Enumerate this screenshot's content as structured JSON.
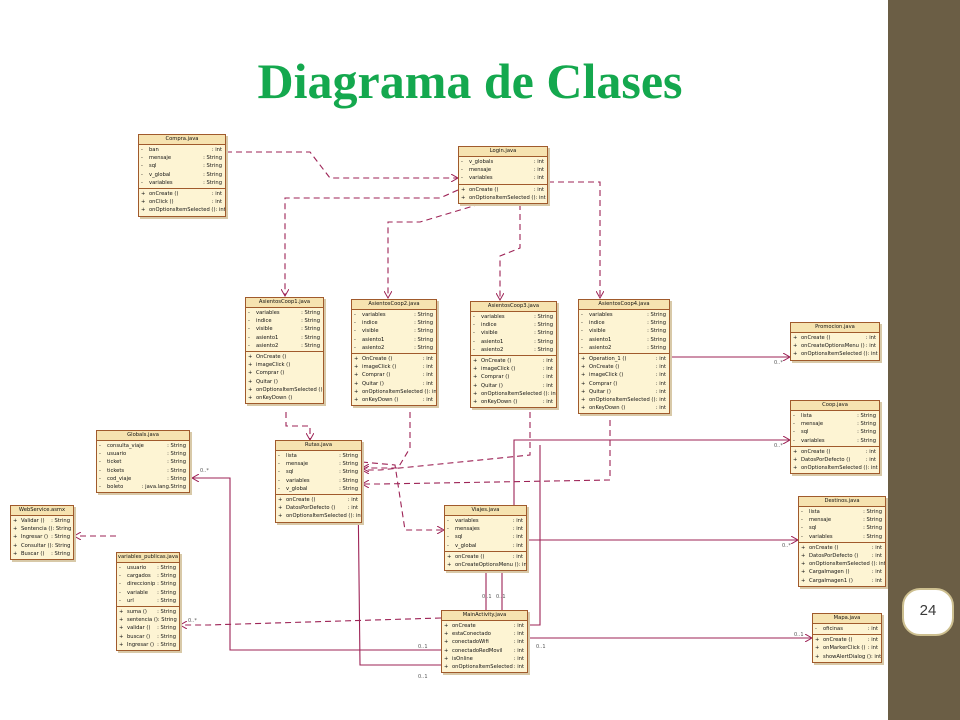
{
  "slide": {
    "title": "Diagrama de Clases",
    "page_number": "24"
  },
  "classes": {
    "compra": {
      "name": "Compra.java",
      "attributes": [
        [
          "-",
          "ban",
          ": int"
        ],
        [
          "-",
          "mensaje",
          ": String"
        ],
        [
          "-",
          "sql",
          ": String"
        ],
        [
          "-",
          "v_global",
          ": String"
        ],
        [
          "-",
          "variables",
          ": String"
        ]
      ],
      "methods": [
        [
          "+",
          "onCreate ()",
          ": int"
        ],
        [
          "+",
          "onClick ()",
          ": int"
        ],
        [
          "+",
          "onOptionsItemSelected ()",
          ": int"
        ]
      ]
    },
    "login": {
      "name": "Login.java",
      "attributes": [
        [
          "-",
          "v_globals",
          ": int"
        ],
        [
          "-",
          "mensaje",
          ": int"
        ],
        [
          "-",
          "variables",
          ": int"
        ]
      ],
      "methods": [
        [
          "+",
          "onCreate ()",
          ": int"
        ],
        [
          "+",
          "onOptionsItemSelected ()",
          ": int"
        ]
      ]
    },
    "asientos1": {
      "name": "AsientosCoop1.java",
      "attributes": [
        [
          "-",
          "variables",
          ": String"
        ],
        [
          "-",
          "indice",
          ": String"
        ],
        [
          "-",
          "visible",
          ": String"
        ],
        [
          "-",
          "asiento1",
          ": String"
        ],
        [
          "-",
          "asiento2",
          ": String"
        ]
      ],
      "methods": [
        [
          "+",
          "OnCreate ()",
          ""
        ],
        [
          "+",
          "imageClick ()",
          ""
        ],
        [
          "+",
          "Comprar ()",
          ""
        ],
        [
          "+",
          "Quitar ()",
          ""
        ],
        [
          "+",
          "onOptionsItemSelected ()",
          ""
        ],
        [
          "+",
          "onKeyDown ()",
          ""
        ]
      ]
    },
    "asientos2": {
      "name": "AsientosCoop2.java",
      "attributes": [
        [
          "-",
          "variables",
          ": String"
        ],
        [
          "-",
          "indice",
          ": String"
        ],
        [
          "-",
          "visible",
          ": String"
        ],
        [
          "-",
          "asiento1",
          ": String"
        ],
        [
          "-",
          "asiento2",
          ": String"
        ]
      ],
      "methods": [
        [
          "+",
          "OnCreate ()",
          ": int"
        ],
        [
          "+",
          "imageClick ()",
          ": int"
        ],
        [
          "+",
          "Comprar ()",
          ": int"
        ],
        [
          "+",
          "Quitar ()",
          ": int"
        ],
        [
          "+",
          "onOptionsItemSelected ()",
          ": int"
        ],
        [
          "+",
          "onKeyDown ()",
          ": int"
        ]
      ]
    },
    "asientos3": {
      "name": "AsientosCoop3.java",
      "attributes": [
        [
          "-",
          "variables",
          ": String"
        ],
        [
          "-",
          "indice",
          ": String"
        ],
        [
          "-",
          "visible",
          ": String"
        ],
        [
          "-",
          "asiento1",
          ": String"
        ],
        [
          "-",
          "asiento2",
          ": String"
        ]
      ],
      "methods": [
        [
          "+",
          "OnCreate ()",
          ": int"
        ],
        [
          "+",
          "imageClick ()",
          ": int"
        ],
        [
          "+",
          "Comprar ()",
          ": int"
        ],
        [
          "+",
          "Quitar ()",
          ": int"
        ],
        [
          "+",
          "onOptionsItemSelected ()",
          ": int"
        ],
        [
          "+",
          "onKeyDown ()",
          ": int"
        ]
      ]
    },
    "asientos4": {
      "name": "AsientosCoop4.java",
      "attributes": [
        [
          "-",
          "variables",
          ": String"
        ],
        [
          "-",
          "indice",
          ": String"
        ],
        [
          "-",
          "visible",
          ": String"
        ],
        [
          "-",
          "asiento1",
          ": String"
        ],
        [
          "-",
          "asiento2",
          ": String"
        ]
      ],
      "methods": [
        [
          "+",
          "Operation_1 ()",
          ": int"
        ],
        [
          "+",
          "OnCreate ()",
          ": int"
        ],
        [
          "+",
          "imageClick ()",
          ": int"
        ],
        [
          "+",
          "Comprar ()",
          ": int"
        ],
        [
          "+",
          "Quitar ()",
          ": int"
        ],
        [
          "+",
          "onOptionsItemSelected ()",
          ": int"
        ],
        [
          "+",
          "onKeyDown ()",
          ": int"
        ]
      ]
    },
    "promocion": {
      "name": "Promocion.java",
      "attributes": [],
      "methods": [
        [
          "+",
          "onCreate ()",
          ": int"
        ],
        [
          "+",
          "onCreateOptionsMenu ()",
          ": int"
        ],
        [
          "+",
          "onOptionsItemSelected ()",
          ": int"
        ]
      ]
    },
    "coop": {
      "name": "Coop.java",
      "attributes": [
        [
          "-",
          "lista",
          ": String"
        ],
        [
          "-",
          "mensaje",
          ": String"
        ],
        [
          "-",
          "sql",
          ": String"
        ],
        [
          "-",
          "variables",
          ": String"
        ]
      ],
      "methods": [
        [
          "+",
          "onCreate ()",
          ": int"
        ],
        [
          "+",
          "DatosPorDefecto ()",
          ": int"
        ],
        [
          "+",
          "onOptionsItemSelected ()",
          ": int"
        ]
      ]
    },
    "globals": {
      "name": "Globals.java",
      "attributes": [
        [
          "-",
          "consulta_viaje",
          ": String"
        ],
        [
          "-",
          "usuario",
          ": String"
        ],
        [
          "-",
          "ticket",
          ": String"
        ],
        [
          "-",
          "tickets",
          ": String"
        ],
        [
          "-",
          "cod_viaje",
          ": String"
        ],
        [
          "-",
          "boleto",
          ": java.lang.String"
        ]
      ],
      "methods": []
    },
    "rutas": {
      "name": "Rutas.java",
      "attributes": [
        [
          "-",
          "lista",
          ": String"
        ],
        [
          "-",
          "mensaje",
          ": String"
        ],
        [
          "-",
          "sql",
          ": String"
        ],
        [
          "-",
          "variables",
          ": String"
        ],
        [
          "-",
          "v_global",
          ": String"
        ]
      ],
      "methods": [
        [
          "+",
          "onCreate ()",
          ": int"
        ],
        [
          "+",
          "DatosPorDefecto ()",
          ": int"
        ],
        [
          "+",
          "onOptionsItemSelected ()",
          ": int"
        ]
      ]
    },
    "webservice": {
      "name": "WebService.asmx",
      "attributes": [],
      "methods": [
        [
          "+",
          "Validar ()",
          ": String"
        ],
        [
          "+",
          "Sentencia ()",
          ": String"
        ],
        [
          "+",
          "Ingresar ()",
          ": String"
        ],
        [
          "+",
          "Consultar ()",
          ": String"
        ],
        [
          "+",
          "Buscar ()",
          ": String"
        ]
      ]
    },
    "viajes": {
      "name": "Viajes.java",
      "attributes": [
        [
          "-",
          "variables",
          ": int"
        ],
        [
          "-",
          "mensajes",
          ": int"
        ],
        [
          "-",
          "sql",
          ": int"
        ],
        [
          "-",
          "v_global",
          ": int"
        ]
      ],
      "methods": [
        [
          "+",
          "onCreate ()",
          ": int"
        ],
        [
          "+",
          "onCreateOptionsMenu ()",
          ": int"
        ]
      ]
    },
    "destinos": {
      "name": "Destinos.java",
      "attributes": [
        [
          "-",
          "lista",
          ": String"
        ],
        [
          "-",
          "mensaje",
          ": String"
        ],
        [
          "-",
          "sql",
          ": String"
        ],
        [
          "-",
          "variables",
          ": String"
        ]
      ],
      "methods": [
        [
          "+",
          "onCreate ()",
          ": int"
        ],
        [
          "+",
          "DatosPorDefecto ()",
          ": int"
        ],
        [
          "+",
          "onOptionsItemSelected ()",
          ": int"
        ],
        [
          "+",
          "CargaImagen ()",
          ": int"
        ],
        [
          "+",
          "CargaImagen1 ()",
          ": int"
        ]
      ]
    },
    "variables_publicas": {
      "name": "variables_publicas.java",
      "attributes": [
        [
          "-",
          "usuario",
          ": String"
        ],
        [
          "-",
          "cargados",
          ": String"
        ],
        [
          "-",
          "direccionip",
          ": String"
        ],
        [
          "-",
          "variable",
          ": String"
        ],
        [
          "-",
          "url",
          ": String"
        ]
      ],
      "methods": [
        [
          "+",
          "suma ()",
          ": String"
        ],
        [
          "+",
          "sentencia ()",
          ": String"
        ],
        [
          "+",
          "validar ()",
          ": String"
        ],
        [
          "+",
          "buscar ()",
          ": String"
        ],
        [
          "+",
          "Ingresar ()",
          ": String"
        ]
      ]
    },
    "mainactivity": {
      "name": "MainActivity.java",
      "attributes": [],
      "methods": [
        [
          "+",
          "onCreate",
          ": int"
        ],
        [
          "+",
          "estaConectado",
          ": int"
        ],
        [
          "+",
          "conectadoWifi",
          ": int"
        ],
        [
          "+",
          "conectadoRedMovil",
          ": int"
        ],
        [
          "+",
          "isOnline",
          ": int"
        ],
        [
          "+",
          "onOptionsItemSelected",
          ": int"
        ]
      ]
    },
    "mapa": {
      "name": "Mapa.java",
      "attributes": [
        [
          "-",
          "oficinas",
          ": int"
        ]
      ],
      "methods": [
        [
          "+",
          "onCreate ()",
          ": int"
        ],
        [
          "+",
          "onMarkerClick ()",
          ": int"
        ],
        [
          "+",
          "showAlertDialog ()",
          ": int"
        ]
      ]
    }
  },
  "multiplicities": {
    "m_promocion": "0..*",
    "m_coop": "0..*",
    "m_destinos": "0..*",
    "m_globals": "0..*",
    "m_varpub": "0..*",
    "m_main_a": "0..1",
    "m_main_b": "0..1",
    "m_main_c": "0..1",
    "m_mapa": "0..1",
    "m_viajes_a": "0..1",
    "m_viajes_b": "0..1"
  }
}
